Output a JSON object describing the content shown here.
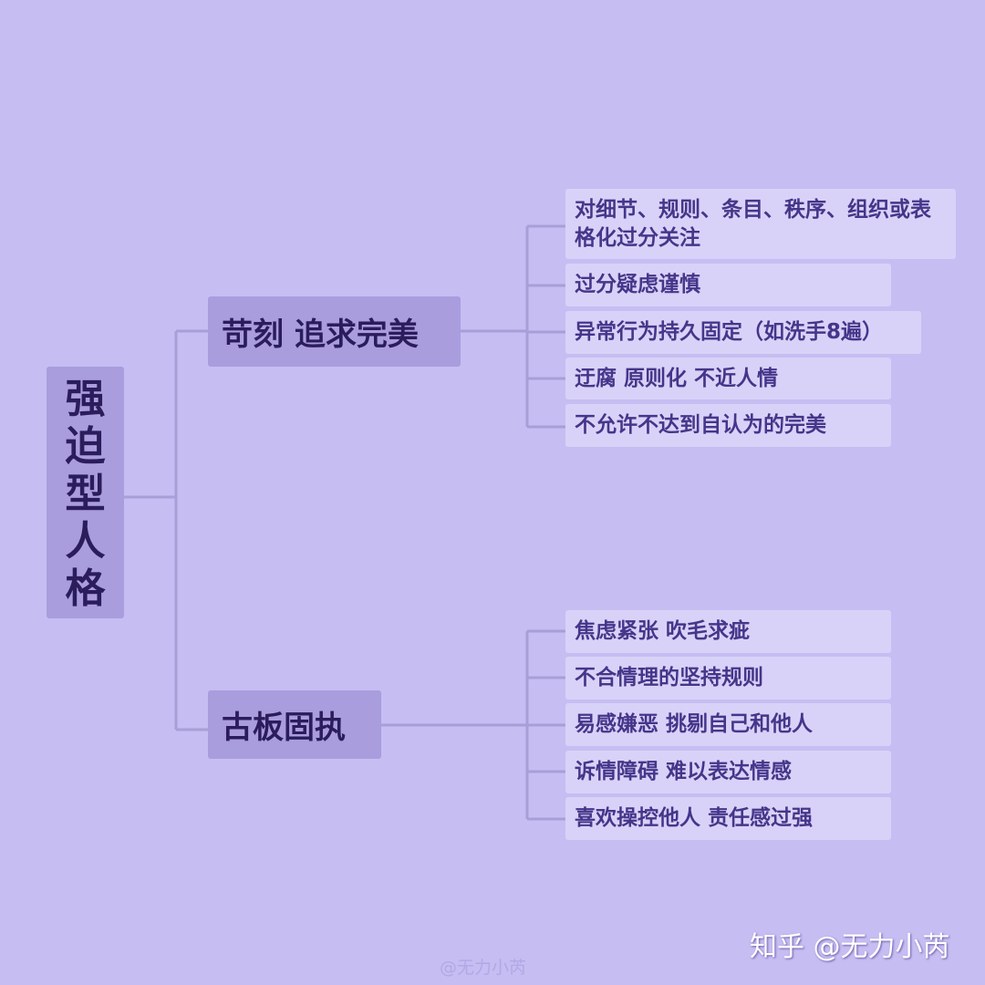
{
  "root": {
    "label": "强迫型人格",
    "chars": [
      "强",
      "迫",
      "型",
      "人",
      "格"
    ]
  },
  "branches": [
    {
      "label": "苛刻 追求完美",
      "items": [
        "对细节、规则、条目、秩序、组织或表格化过分关注",
        "过分疑虑谨慎",
        "异常行为持久固定（如洗手8遍）",
        "迂腐 原则化 不近人情",
        "不允许不达到自认为的完美"
      ]
    },
    {
      "label": "古板固执",
      "items": [
        "焦虑紧张 吹毛求疵",
        "不合情理的坚持规则",
        "易感嫌恶 挑剔自己和他人",
        "诉情障碍 难以表达情感",
        "喜欢操控他人 责任感过强"
      ]
    }
  ],
  "watermark": {
    "brand": "知乎 @无力小芮",
    "handle": "@无力小芮"
  },
  "colors": {
    "background": "#c6bdf2",
    "node": "#a99dde",
    "leaf": "#d9d2f8",
    "line": "#a89fd8"
  }
}
